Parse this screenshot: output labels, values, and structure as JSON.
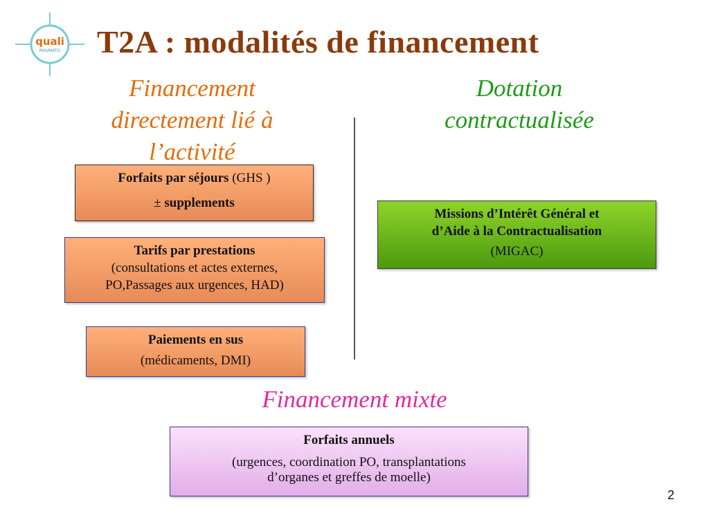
{
  "logo": {
    "word": "quali",
    "sub": "RHUMATO"
  },
  "title": "T2A : modalités de financement",
  "left_heading": [
    "Financement",
    "directement lié à",
    "l’activité"
  ],
  "right_heading": [
    "Dotation",
    "contractualisée"
  ],
  "boxes": {
    "sejours": {
      "bold": "Forfaits par séjours",
      "rest": " (GHS )",
      "line2_prefix": "± ",
      "line2_bold": "supplements"
    },
    "prestations": {
      "bold": "Tarifs par prestations",
      "line2": "(consultations et actes externes,",
      "line3": "PO,Passages aux urgences, HAD)"
    },
    "sus": {
      "bold": "Paiements en sus",
      "line2": "(médicaments, DMI)"
    },
    "migac": {
      "line1": "Missions d’Intérêt Général et",
      "line2": "d’Aide à la Contractualisation",
      "line3": "(MIGAC)"
    },
    "annuels": {
      "bold": "Forfaits annuels",
      "line2": "(urgences, coordination PO, transplantations",
      "line3": "d’organes et greffes de moelle)"
    }
  },
  "mixte_heading": "Financement mixte",
  "page_number": "2",
  "colors": {
    "title": "#8b3a0b",
    "left_heading": "#e36c0a",
    "right_heading": "#1e9a16",
    "mixte_heading": "#e6299a"
  }
}
